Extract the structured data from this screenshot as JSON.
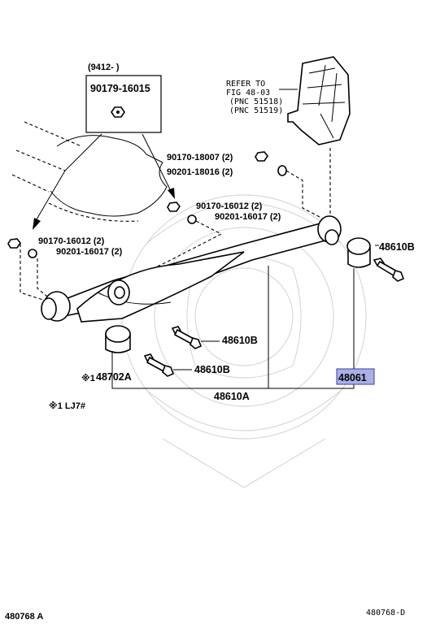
{
  "callouts": {
    "date_range": "(9412-        )",
    "boxed_part": "90179-16015",
    "refer_line1": "REFER TO",
    "refer_line2": "FIG 48-03",
    "refer_line3": "(PNC 51518)",
    "refer_line4": "(PNC 51519)",
    "p_90170_18007": "90170-18007 (2)",
    "p_90201_18016": "90201-18016 (2)",
    "p_90170_16012_right": "90170-16012 (2)",
    "p_90201_16017_right": "90201-16017 (2)",
    "p_90170_16012_left": "90170-16012 (2)",
    "p_90201_16017_left": "90201-16017 (2)",
    "p_48610b_top": "48610B",
    "p_48610b_mid": "48610B",
    "p_48610b_low": "48610B",
    "p_48702a": "48702A",
    "p_48702a_mark": "※1",
    "p_48061": "48061",
    "p_48610a": "48610A",
    "footnote": "※1  LJ7#",
    "code_left": "480768  A",
    "code_right": "480768-D"
  },
  "colors": {
    "highlight_fill": "#aab0e6",
    "highlight_border": "#3a3f9a",
    "watermark": "#d9d9d9"
  }
}
